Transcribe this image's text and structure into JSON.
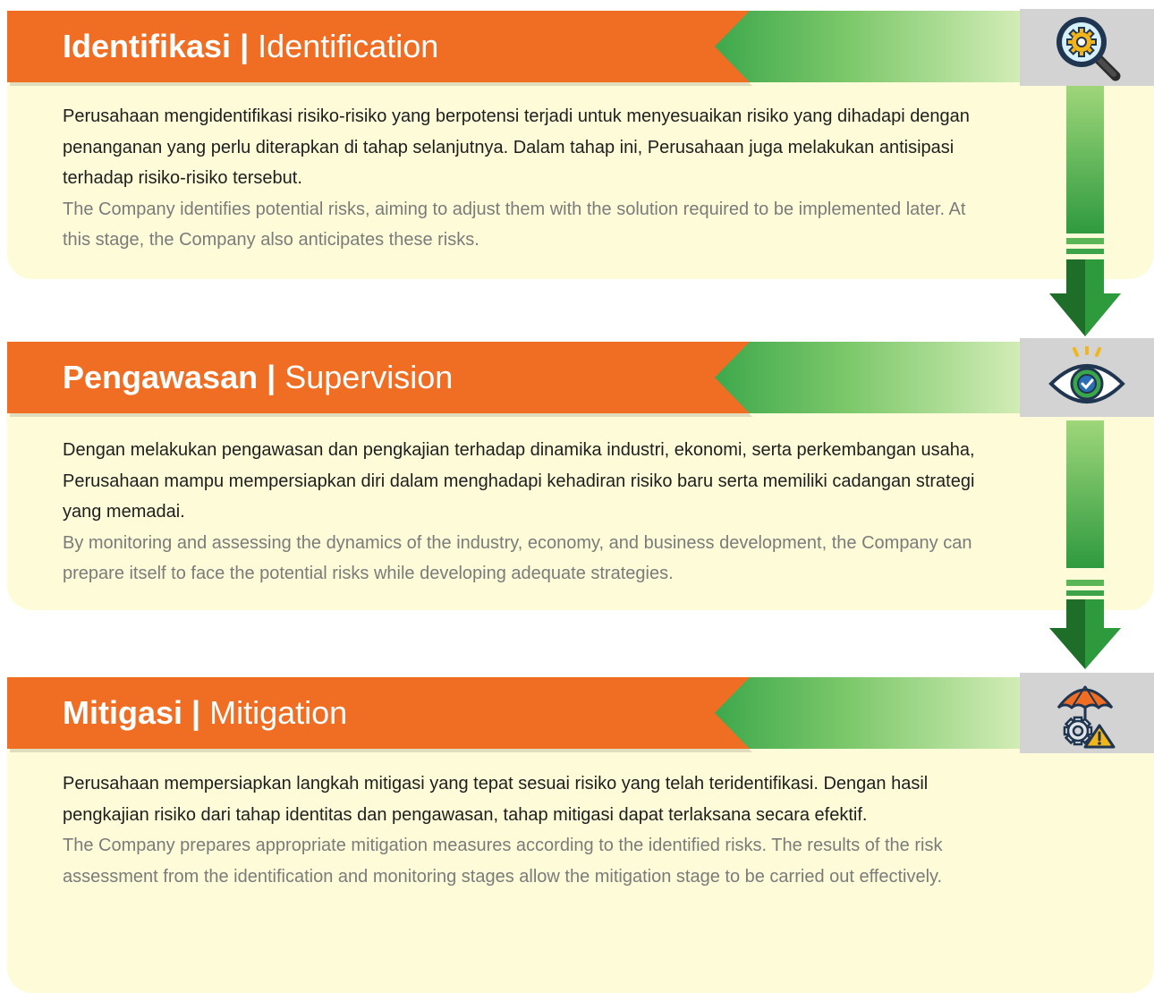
{
  "stages": [
    {
      "title_id": "Identifikasi",
      "title_en": "Identification",
      "icon": "gear-magnifier-icon",
      "text_id": "Perusahaan mengidentifikasi risiko-risiko yang berpotensi terjadi untuk menyesuaikan risiko yang dihadapi dengan penanganan yang perlu diterapkan di tahap selanjutnya. Dalam tahap ini, Perusahaan juga melakukan antisipasi terhadap risiko-risiko tersebut.",
      "text_en": "The Company identifies potential risks, aiming to adjust them with the solution required to be implemented later. At this stage, the Company also anticipates these risks."
    },
    {
      "title_id": "Pengawasan",
      "title_en": "Supervision",
      "icon": "eye-check-icon",
      "text_id": "Dengan melakukan pengawasan dan pengkajian terhadap dinamika industri, ekonomi, serta perkembangan usaha, Perusahaan mampu mempersiapkan diri dalam menghadapi kehadiran risiko baru serta memiliki cadangan strategi yang memadai.",
      "text_en": "By monitoring and assessing the dynamics of the industry, economy, and business development, the Company can prepare itself to face the potential risks while developing adequate strategies."
    },
    {
      "title_id": "Mitigasi",
      "title_en": "Mitigation",
      "icon": "umbrella-gear-warning-icon",
      "text_id": "Perusahaan mempersiapkan langkah mitigasi yang tepat sesuai risiko yang telah teridentifikasi. Dengan hasil pengkajian risiko dari tahap identitas dan pengawasan, tahap mitigasi dapat terlaksana secara efektif.",
      "text_en": "The Company prepares appropriate mitigation measures according to the identified risks. The results of the risk assessment from the identification and monitoring stages allow the mitigation stage to be carried out effectively."
    }
  ],
  "separator": "|",
  "colors": {
    "title_bar": "#ef6e24",
    "card": "#fefcd8",
    "icon_box": "#d3d3d3",
    "arrow_dark": "#1e6e2a",
    "arrow_light": "#9fd67a"
  }
}
